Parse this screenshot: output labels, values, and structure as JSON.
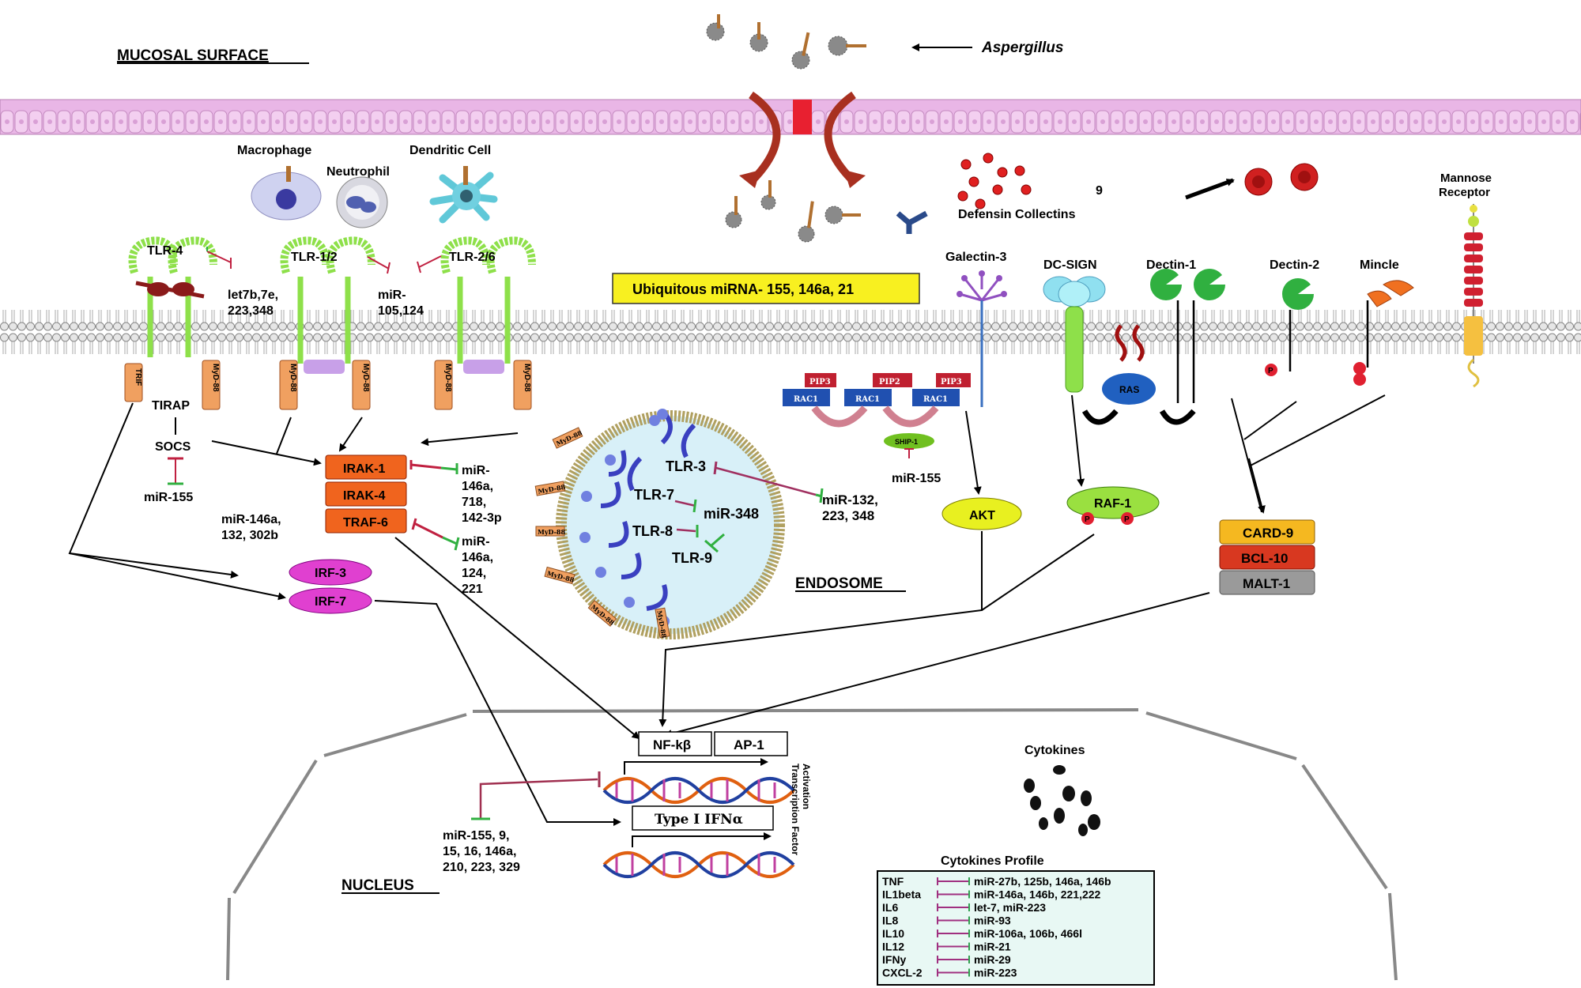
{
  "header": {
    "mucosal_surface": "MUCOSAL SURFACE",
    "aspergillus": "Aspergillus"
  },
  "immune_cells": {
    "macrophage": "Macrophage",
    "neutrophil": "Neutrophil",
    "dendritic_cell": "Dendritic Cell"
  },
  "secreted": {
    "nine": "9",
    "defensin_collectins": "Defensin Collectins"
  },
  "receptors": {
    "tlr4": "TLR-4",
    "tlr12": "TLR-1/2",
    "tlr26": "TLR-2/6",
    "let7_line1": "let7b,7e,",
    "let7_line2": "223,348",
    "mir105_line1": "miR-",
    "mir105_line2": "105,124",
    "galectin3": "Galectin-3",
    "dc_sign": "DC-SIGN",
    "dectin1": "Dectin-1",
    "dectin2": "Dectin-2",
    "mincle": "Mincle",
    "mannose_line1": "Mannose",
    "mannose_line2": "Receptor"
  },
  "banner": "Ubiquitous miRNA- 155, 146a, 21",
  "adaptors": {
    "trif": "TRIF",
    "myd88": "MyD-88",
    "tirap": "TIRAP",
    "socs": "SOCS",
    "mir155_socs": "miR-155"
  },
  "kinases": {
    "irak1": "IRAK-1",
    "irak4": "IRAK-4",
    "traf6": "TRAF-6",
    "irak_mir": [
      "miR-",
      "146a,",
      "718,",
      "142-3p"
    ],
    "traf_mir": [
      "miR-",
      "146a,",
      "124,",
      "221"
    ],
    "left_mir": [
      "miR-146a,",
      "132, 302b"
    ],
    "irf3": "IRF-3",
    "irf7": "IRF-7"
  },
  "endosome": {
    "label": "ENDOSOME",
    "tlr3": "TLR-3",
    "tlr7": "TLR-7",
    "tlr8": "TLR-8",
    "tlr9": "TLR-9",
    "mir348": "miR-348",
    "myd88_small": "MyD-88",
    "right_mir": [
      "miR-132,",
      "223, 348"
    ]
  },
  "pi3k": {
    "pip3": "PIP3",
    "pip2": "PIP2",
    "rac1": "RAC1",
    "ship1": "SHIP-1",
    "mir155": "miR-155"
  },
  "signaling": {
    "ras": "RAS",
    "akt": "AKT",
    "raf1": "RAF-1",
    "p": "P",
    "card9": "CARD-9",
    "bcl10": "BCL-10",
    "malt1": "MALT-1"
  },
  "nucleus": {
    "nfkb": "NF-kβ",
    "ap1": "AP-1",
    "tf_line1": "Transcription Factor",
    "tf_line2": "Activation",
    "type1_ifn": "Type I IFNα",
    "mir_lines": [
      "miR-155,      9,",
      "15,   16,   146a,",
      "210, 223, 329"
    ],
    "label": "NUCLEUS",
    "cytokines": "Cytokines"
  },
  "cytokine_profile": {
    "title": "Cytokines Profile",
    "rows": [
      {
        "cytokine": "TNF",
        "mirna": "miR-27b, 125b, 146a, 146b"
      },
      {
        "cytokine": "IL1beta",
        "mirna": "miR-146a, 146b, 221,222"
      },
      {
        "cytokine": "IL6",
        "mirna": "let-7, miR-223"
      },
      {
        "cytokine": "IL8",
        "mirna": "miR-93"
      },
      {
        "cytokine": "IL10",
        "mirna": "miR-106a, 106b, 466l"
      },
      {
        "cytokine": "IL12",
        "mirna": "miR-21"
      },
      {
        "cytokine": "IFNy",
        "mirna": "miR-29"
      },
      {
        "cytokine": "CXCL-2",
        "mirna": "miR-223"
      }
    ]
  },
  "colors": {
    "epithelium": "#e9b6e6",
    "membrane": "#9a9a9a",
    "tlr": "#8ee04a",
    "adaptor": "#f0a060",
    "irak": "#f0641e",
    "irf": "#e040d0",
    "akt": "#e8f020",
    "raf": "#9ae040",
    "card9": "#f5b820",
    "bcl10": "#d83820",
    "malt1": "#9a9a9a",
    "profile_bg": "#e8f8f4",
    "banner": "#f8f020",
    "inhibit_red": "#c02040",
    "inhibit_green": "#30b040"
  }
}
